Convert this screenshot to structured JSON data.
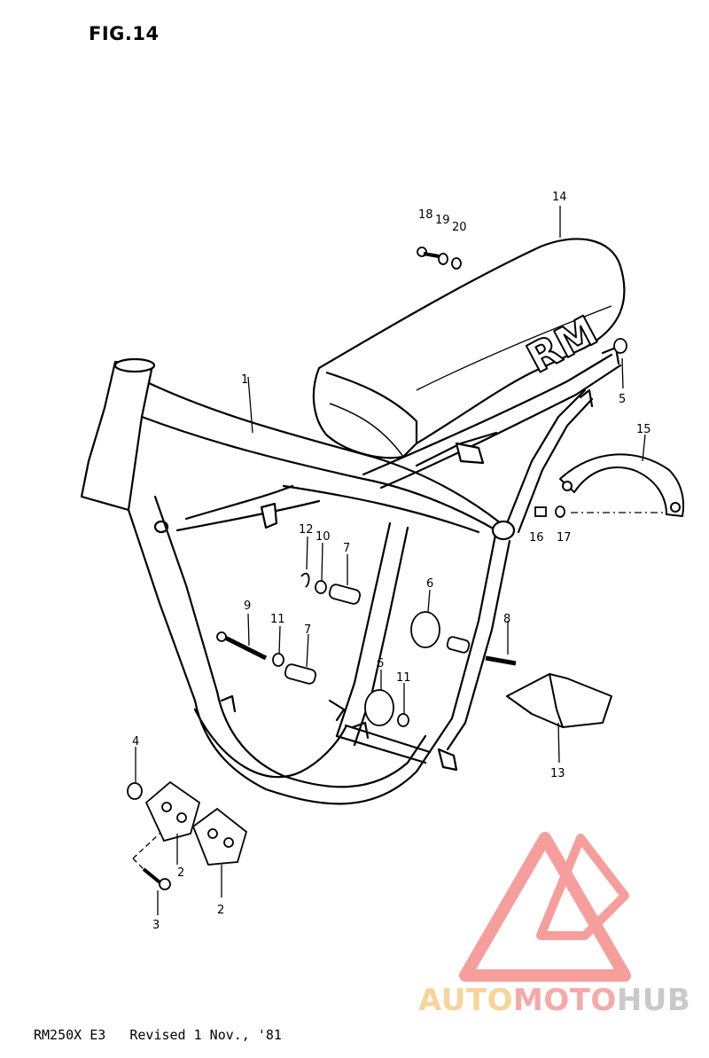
{
  "figure": {
    "title": "FIG.14"
  },
  "footer": {
    "text": "RM250X E3   Revised 1 Nov., '81"
  },
  "seat": {
    "logo": "RM"
  },
  "callouts": [
    "1",
    "2",
    "2",
    "3",
    "4",
    "5",
    "6",
    "6",
    "7",
    "7",
    "8",
    "9",
    "10",
    "11",
    "11",
    "12",
    "13",
    "14",
    "15",
    "16",
    "17",
    "18",
    "19",
    "20"
  ],
  "watermark": {
    "part1": "AUTO",
    "part2": "MOTO",
    "part3": "HUB",
    "colors": [
      "#f7d49a",
      "#f6a9a6",
      "#c9c9c9"
    ]
  }
}
